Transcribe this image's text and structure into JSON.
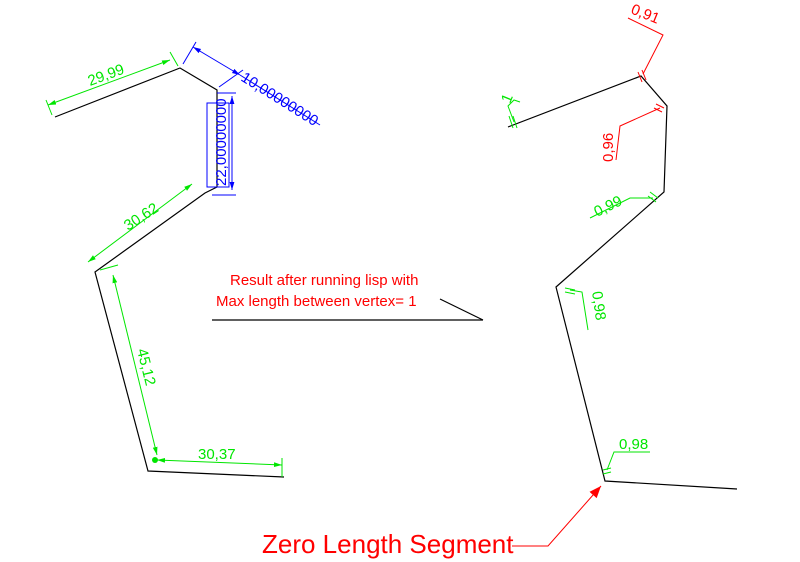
{
  "left_dims": {
    "seg1": "29,99",
    "seg2": "10,00000000",
    "seg3": "22,00000000",
    "seg4": "30,62",
    "seg5": "45,12",
    "seg6": "30,37"
  },
  "right_dims": {
    "d1": "1",
    "d2": "0,91",
    "d3": "0,96",
    "d4": "0,99",
    "d5": "0,98",
    "d6": "0,98"
  },
  "note": {
    "line1": "Result after running lisp with",
    "line2": "Max length between vertex= 1"
  },
  "callout": "Zero Length Segment",
  "colors": {
    "geometry": "#000000",
    "dim_green": "#00e600",
    "dim_blue": "#0000ff",
    "dim_red": "#ff0000"
  }
}
